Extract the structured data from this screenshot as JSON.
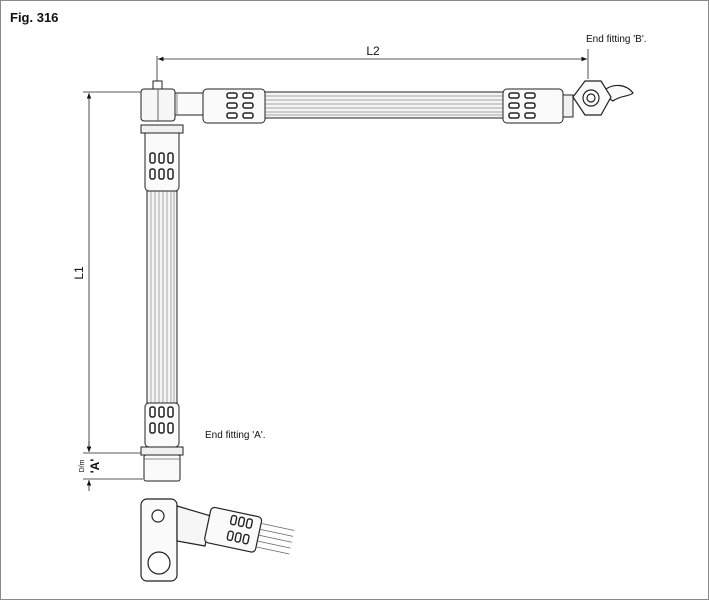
{
  "figure": {
    "label": "Fig. 316"
  },
  "dimensions": {
    "length_1": "L1",
    "length_2": "L2",
    "dim_small": "D/m",
    "dim_a": "'A'"
  },
  "fittings": {
    "end_a": "End fitting 'A'.",
    "end_b": "End fitting 'B'."
  }
}
